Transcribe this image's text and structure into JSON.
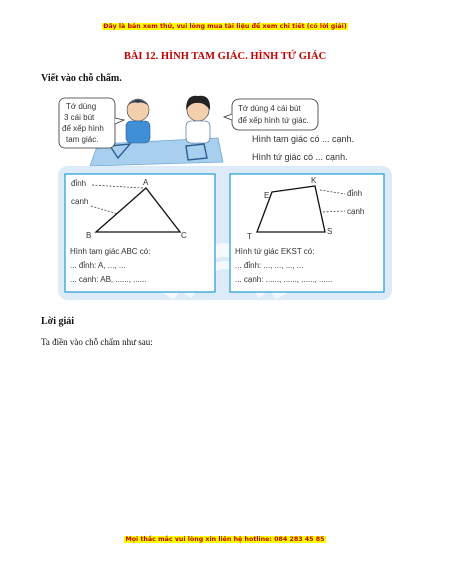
{
  "header": {
    "banner": "Đây là bản xem thử, vui lòng mua tài liệu để xem chi tiết (có lời giải)"
  },
  "lesson": {
    "title": "BÀI 12. HÌNH TAM GIÁC. HÌNH TỨ GIÁC"
  },
  "exercise": {
    "prompt": "Viết vào chỗ chấm.",
    "bubble_left": [
      "Tớ dùng",
      "3 cái bút",
      "để xếp hình",
      "tam giác."
    ],
    "bubble_right": [
      "Tớ dùng 4 cái bút",
      "để xếp hình tứ giác."
    ],
    "question_triangle": "Hình tam giác có ... cạnh.",
    "question_quad": "Hình tứ giác có ... cạnh.",
    "triangle_panel": {
      "label_vertex": "đỉnh",
      "label_edge": "cạnh",
      "vertices": [
        "A",
        "B",
        "C"
      ],
      "line1": "Hình tam giác ABC có:",
      "line2": "... đỉnh: A, ..., ...",
      "line3": "... cạnh: AB, ......, ......"
    },
    "quad_panel": {
      "label_vertex": "đỉnh",
      "label_edge": "cạnh",
      "vertices": [
        "E",
        "K",
        "T",
        "S"
      ],
      "line1": "Hình tứ giác EKST có:",
      "line2": "... đỉnh: ..., ..., ..., ...",
      "line3": "... cạnh: ......, ......, ......, ......"
    }
  },
  "solution": {
    "heading": "Lời giải",
    "intro": "Ta điền vào chỗ chấm như sau:"
  },
  "footer": {
    "banner": "Mọi thắc mắc vui lòng xin liên hệ hotline: 084 283 45 85"
  },
  "colors": {
    "banner_text": "#c00000",
    "banner_highlight": "#ffff00",
    "panel_bg": "#dcebf7",
    "panel_border": "#1e9bd7"
  }
}
